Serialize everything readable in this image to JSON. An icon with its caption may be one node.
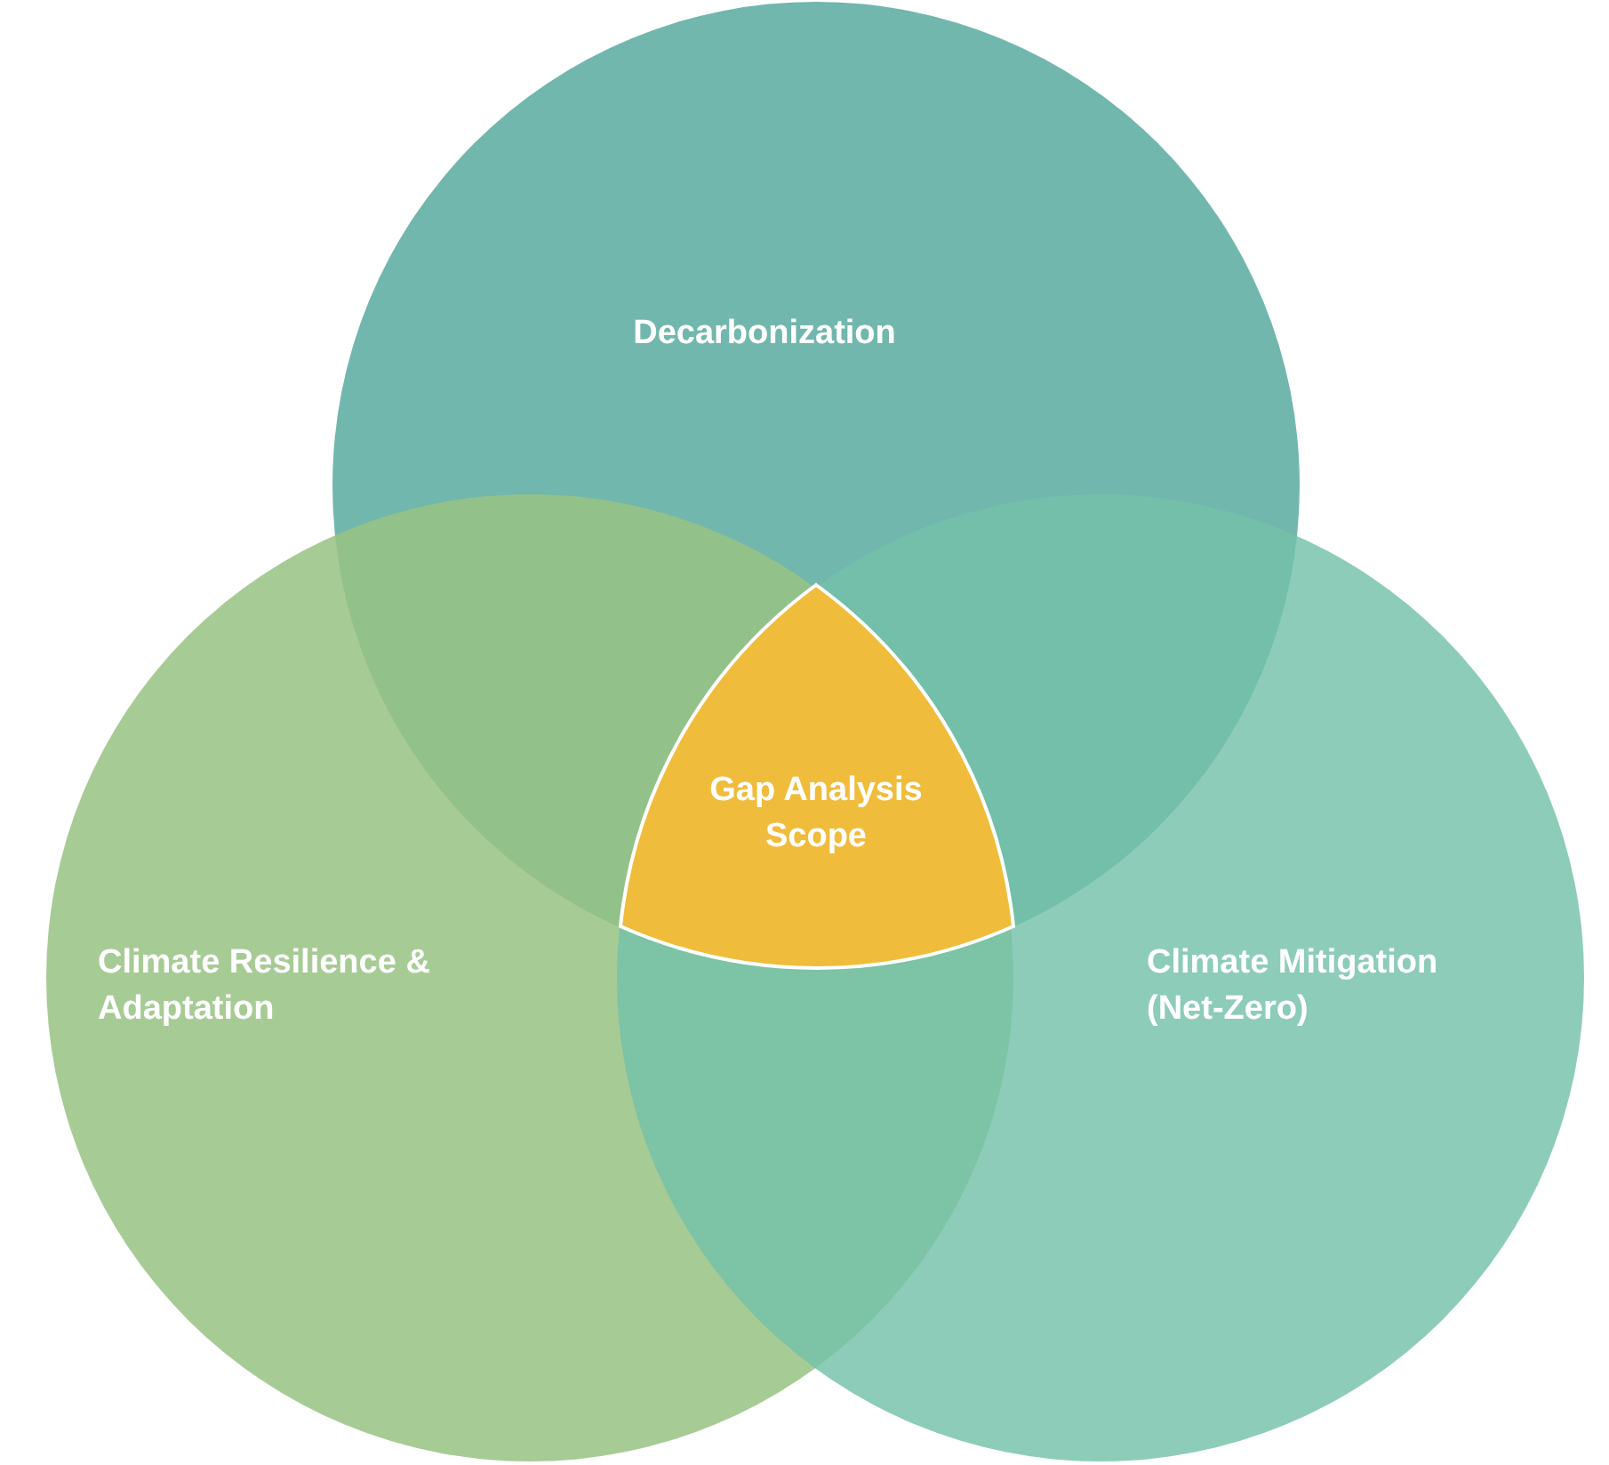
{
  "diagram": {
    "nodes": [
      {
        "text": [
          "Decarbonization"
        ]
      },
      {
        "text": [
          "Gap Analysis Scope"
        ]
      },
      {
        "text": [
          "Climate Resilience & Adaptation"
        ]
      },
      {
        "text": [
          "Climate Mitigation (Net-Zero)"
        ]
      }
    ]
  }
}
